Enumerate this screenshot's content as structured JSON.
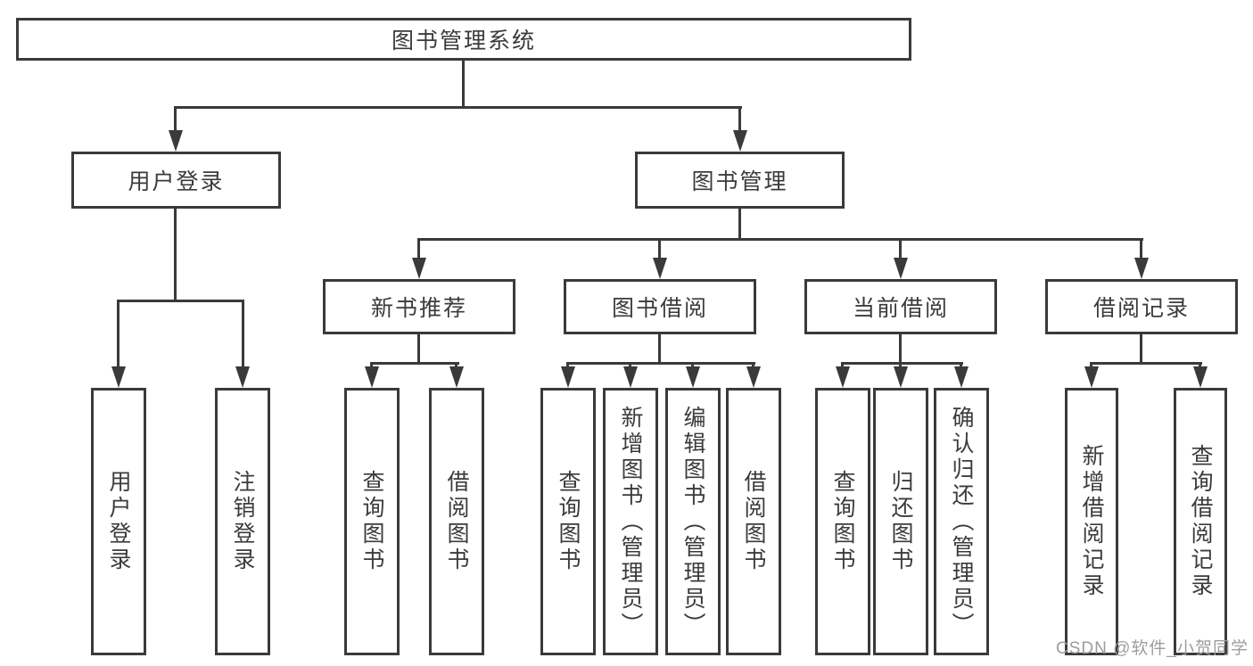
{
  "colors": {
    "line": "#3a3a3a",
    "text": "#3b3b3b",
    "watermark": "#9d9d9d",
    "bg": "#ffffff"
  },
  "diagram": {
    "root": {
      "label": "图书管理系统"
    },
    "branches": {
      "user_login": {
        "label": "用户登录",
        "children": [
          "用户登录",
          "注销登录"
        ]
      },
      "book_management": {
        "label": "图书管理",
        "sections": [
          {
            "label": "新书推荐",
            "children": [
              "查询图书",
              "借阅图书"
            ]
          },
          {
            "label": "图书借阅",
            "children": [
              "查询图书",
              "新增图书（管理员）",
              "编辑图书（管理员）",
              "借阅图书"
            ]
          },
          {
            "label": "当前借阅",
            "children": [
              "查询图书",
              "归还图书",
              "确认归还（管理员）"
            ]
          },
          {
            "label": "借阅记录",
            "children": [
              "新增借阅记录",
              "查询借阅记录"
            ]
          }
        ]
      }
    }
  },
  "watermark": {
    "text": "CSDN @软件_小贺同学"
  }
}
